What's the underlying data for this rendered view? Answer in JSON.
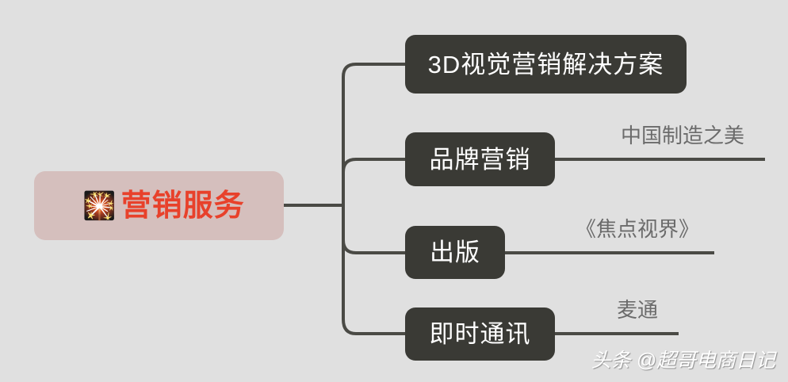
{
  "diagram": {
    "type": "mind-map",
    "background_color": "#e0e0e0",
    "connector_color": "#4a4a45",
    "root": {
      "icon": "🎇",
      "icon_name": "sparkler-flower-icon",
      "label": "营销服务",
      "text_color": "#e8412b",
      "background_color": "#d5bfbd"
    },
    "branches": [
      {
        "label": "3D视觉营销解决方案",
        "background_color": "#3a3a35",
        "text_color": "#ffffff",
        "leaf": null
      },
      {
        "label": "品牌营销",
        "background_color": "#3a3a35",
        "text_color": "#ffffff",
        "leaf": "中国制造之美"
      },
      {
        "label": "出版",
        "background_color": "#3a3a35",
        "text_color": "#ffffff",
        "leaf": "《焦点视界》"
      },
      {
        "label": "即时通讯",
        "background_color": "#3a3a35",
        "text_color": "#ffffff",
        "leaf": "麦通"
      }
    ],
    "leaf_text_color": "#6b6b6b"
  },
  "watermark": {
    "text": "头条 @超哥电商日记",
    "color": "#ffffff"
  }
}
